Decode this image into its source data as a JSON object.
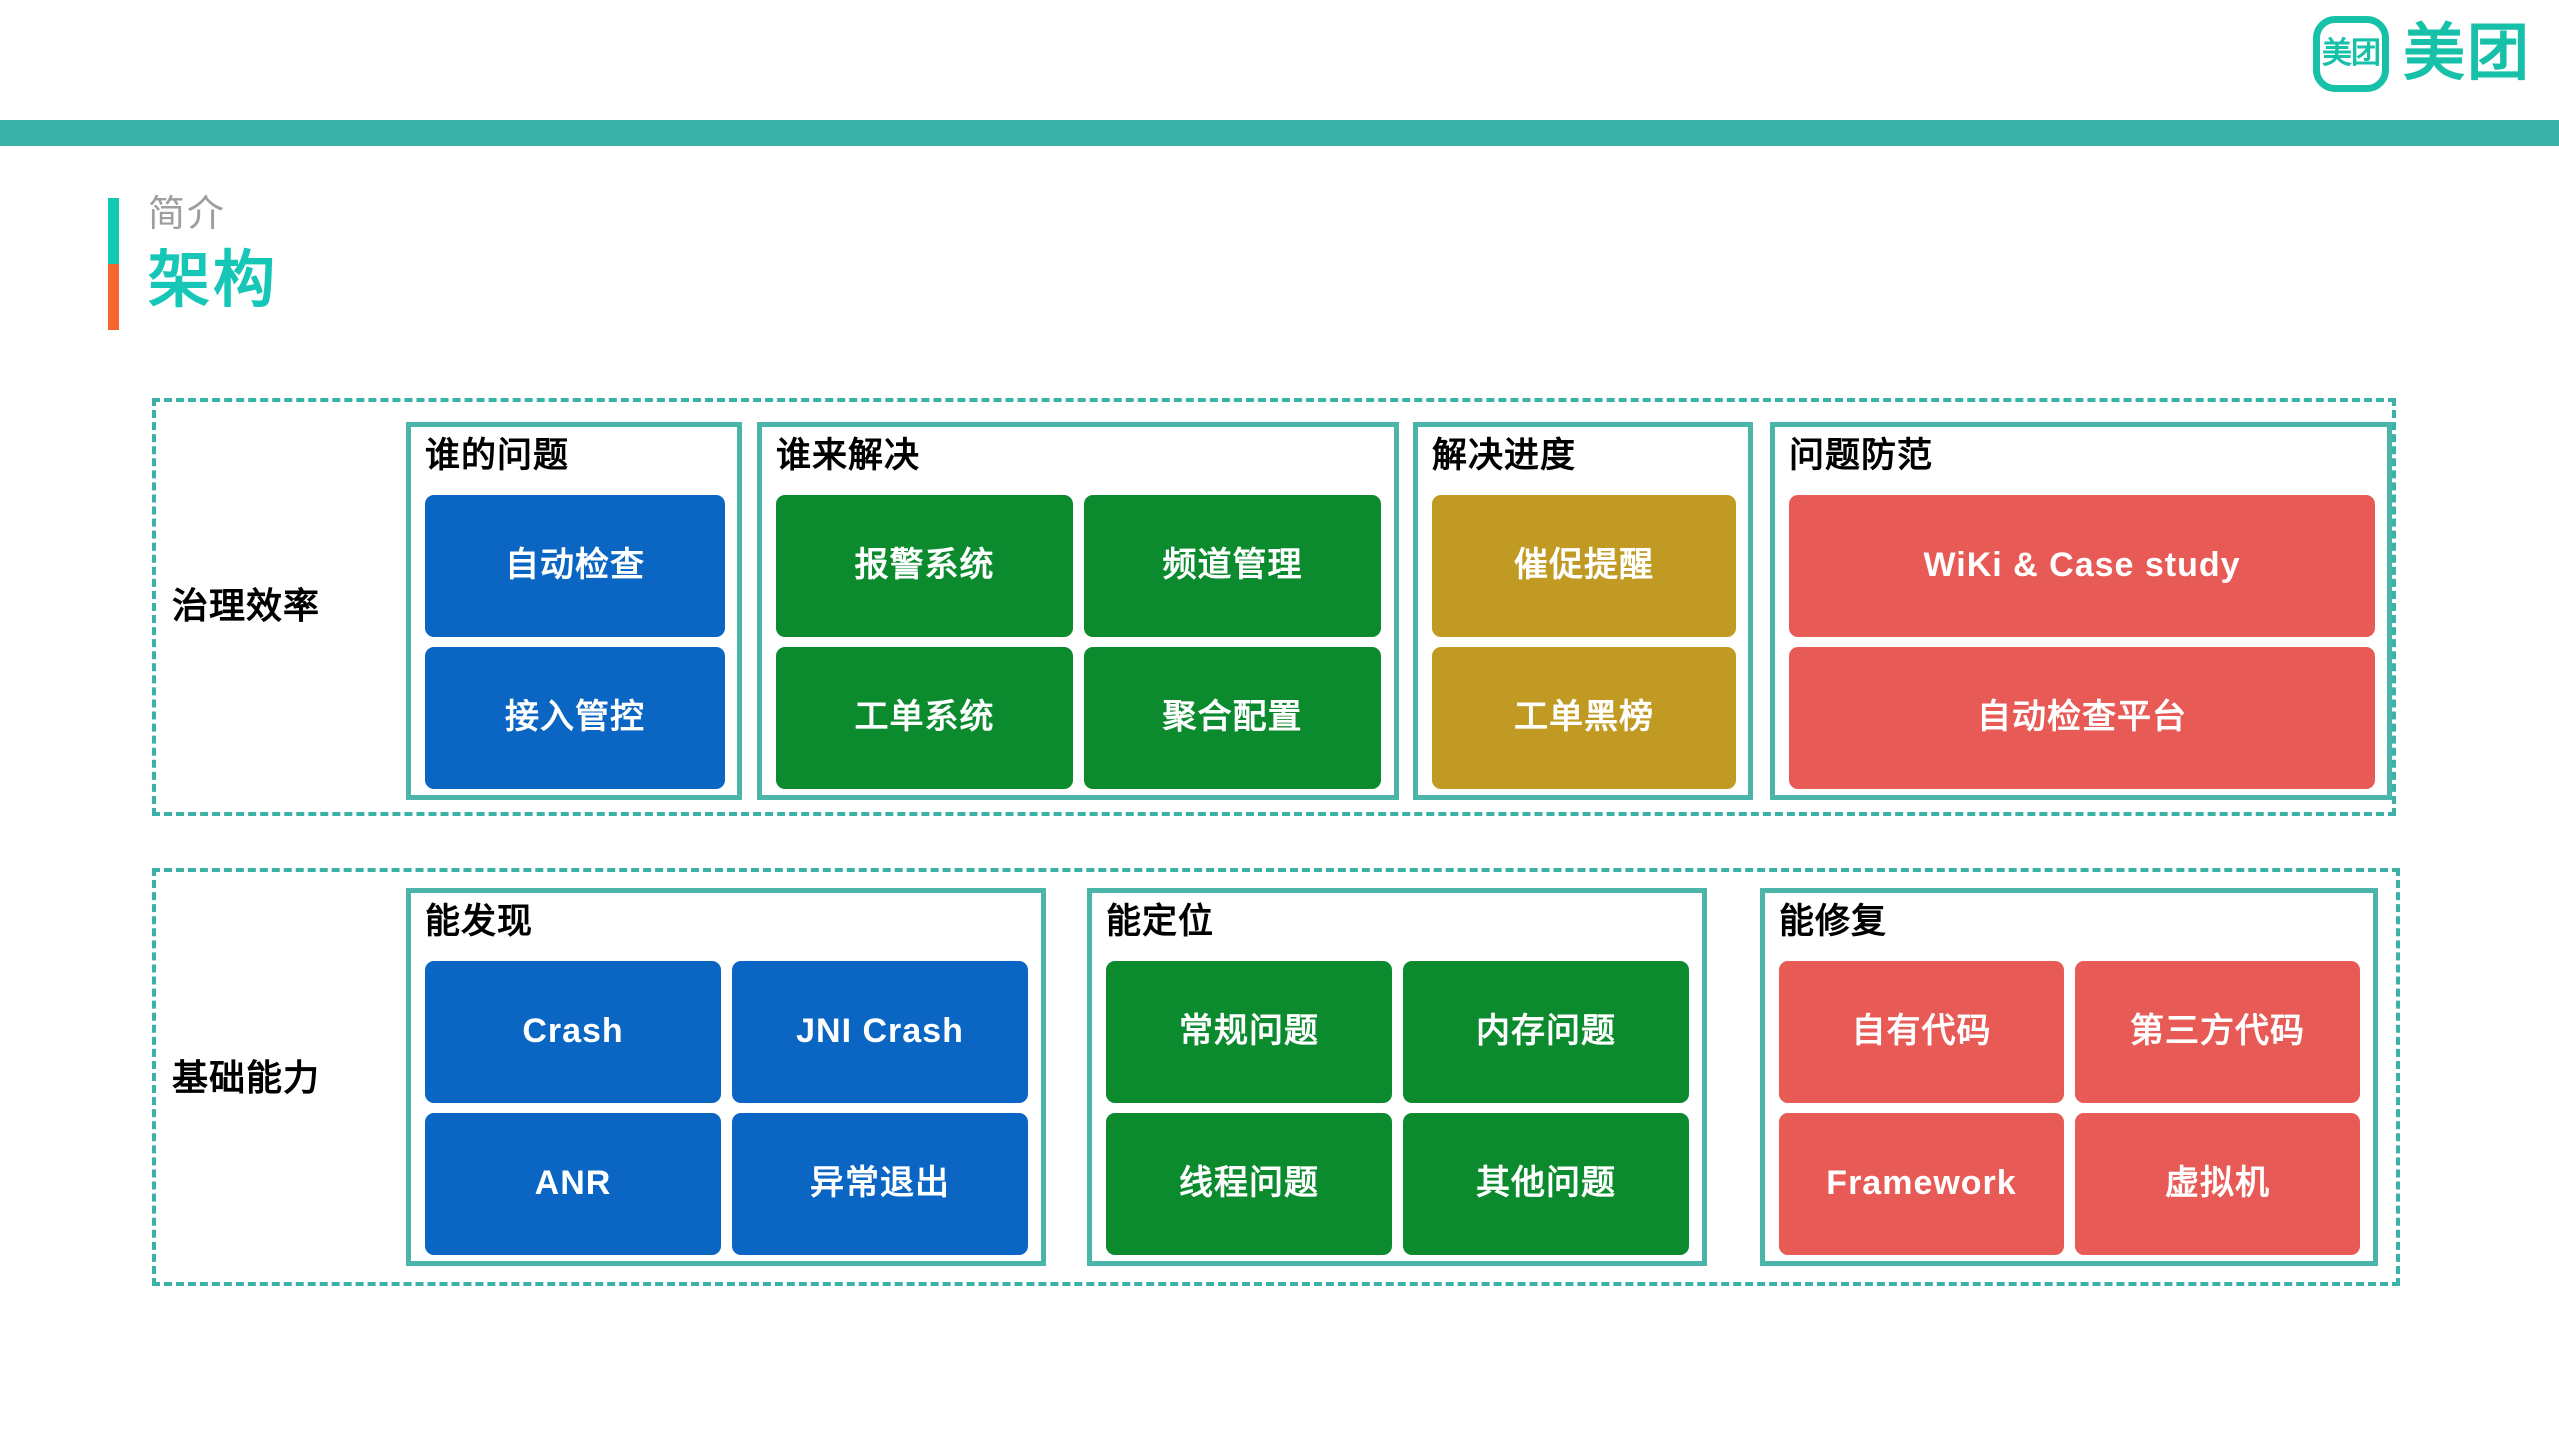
{
  "brand": {
    "logo_mark_text": "美团",
    "logo_word": "美团",
    "logo_color": "#17C0A8",
    "rule_color": "#3BB2A8"
  },
  "title": {
    "eyebrow": "简介",
    "headline": "架构",
    "accent_top_color": "#12C9B4",
    "accent_bottom_color": "#F4662E",
    "headline_color": "#16C7B8"
  },
  "palette": {
    "blue": "#0B66C3",
    "green": "#0B8A2E",
    "gold": "#C09A22",
    "red": "#E85A55",
    "teal_border": "#4BB5A9",
    "dashed_border": "#3BB2A8"
  },
  "bands": [
    {
      "label": "治理效率",
      "groups": [
        {
          "title": "谁的问题",
          "color": "blue",
          "width": "full",
          "chips": [
            "自动检查",
            "接入管控"
          ]
        },
        {
          "title": "谁来解决",
          "color": "green",
          "width": "half",
          "chips": [
            "报警系统",
            "频道管理",
            "工单系统",
            "聚合配置"
          ]
        },
        {
          "title": "解决进度",
          "color": "gold",
          "width": "full",
          "chips": [
            "催促提醒",
            "工单黑榜"
          ]
        },
        {
          "title": "问题防范",
          "color": "red",
          "width": "full",
          "chips": [
            "WiKi & Case study",
            "自动检查平台"
          ]
        }
      ]
    },
    {
      "label": "基础能力",
      "groups": [
        {
          "title": "能发现",
          "color": "blue",
          "width": "half",
          "chips": [
            "Crash",
            "JNI Crash",
            "ANR",
            "异常退出"
          ]
        },
        {
          "title": "能定位",
          "color": "green",
          "width": "half",
          "chips": [
            "常规问题",
            "内存问题",
            "线程问题",
            "其他问题"
          ]
        },
        {
          "title": "能修复",
          "color": "red",
          "width": "half",
          "chips": [
            "自有代码",
            "第三方代码",
            "Framework",
            "虚拟机"
          ]
        }
      ]
    }
  ]
}
